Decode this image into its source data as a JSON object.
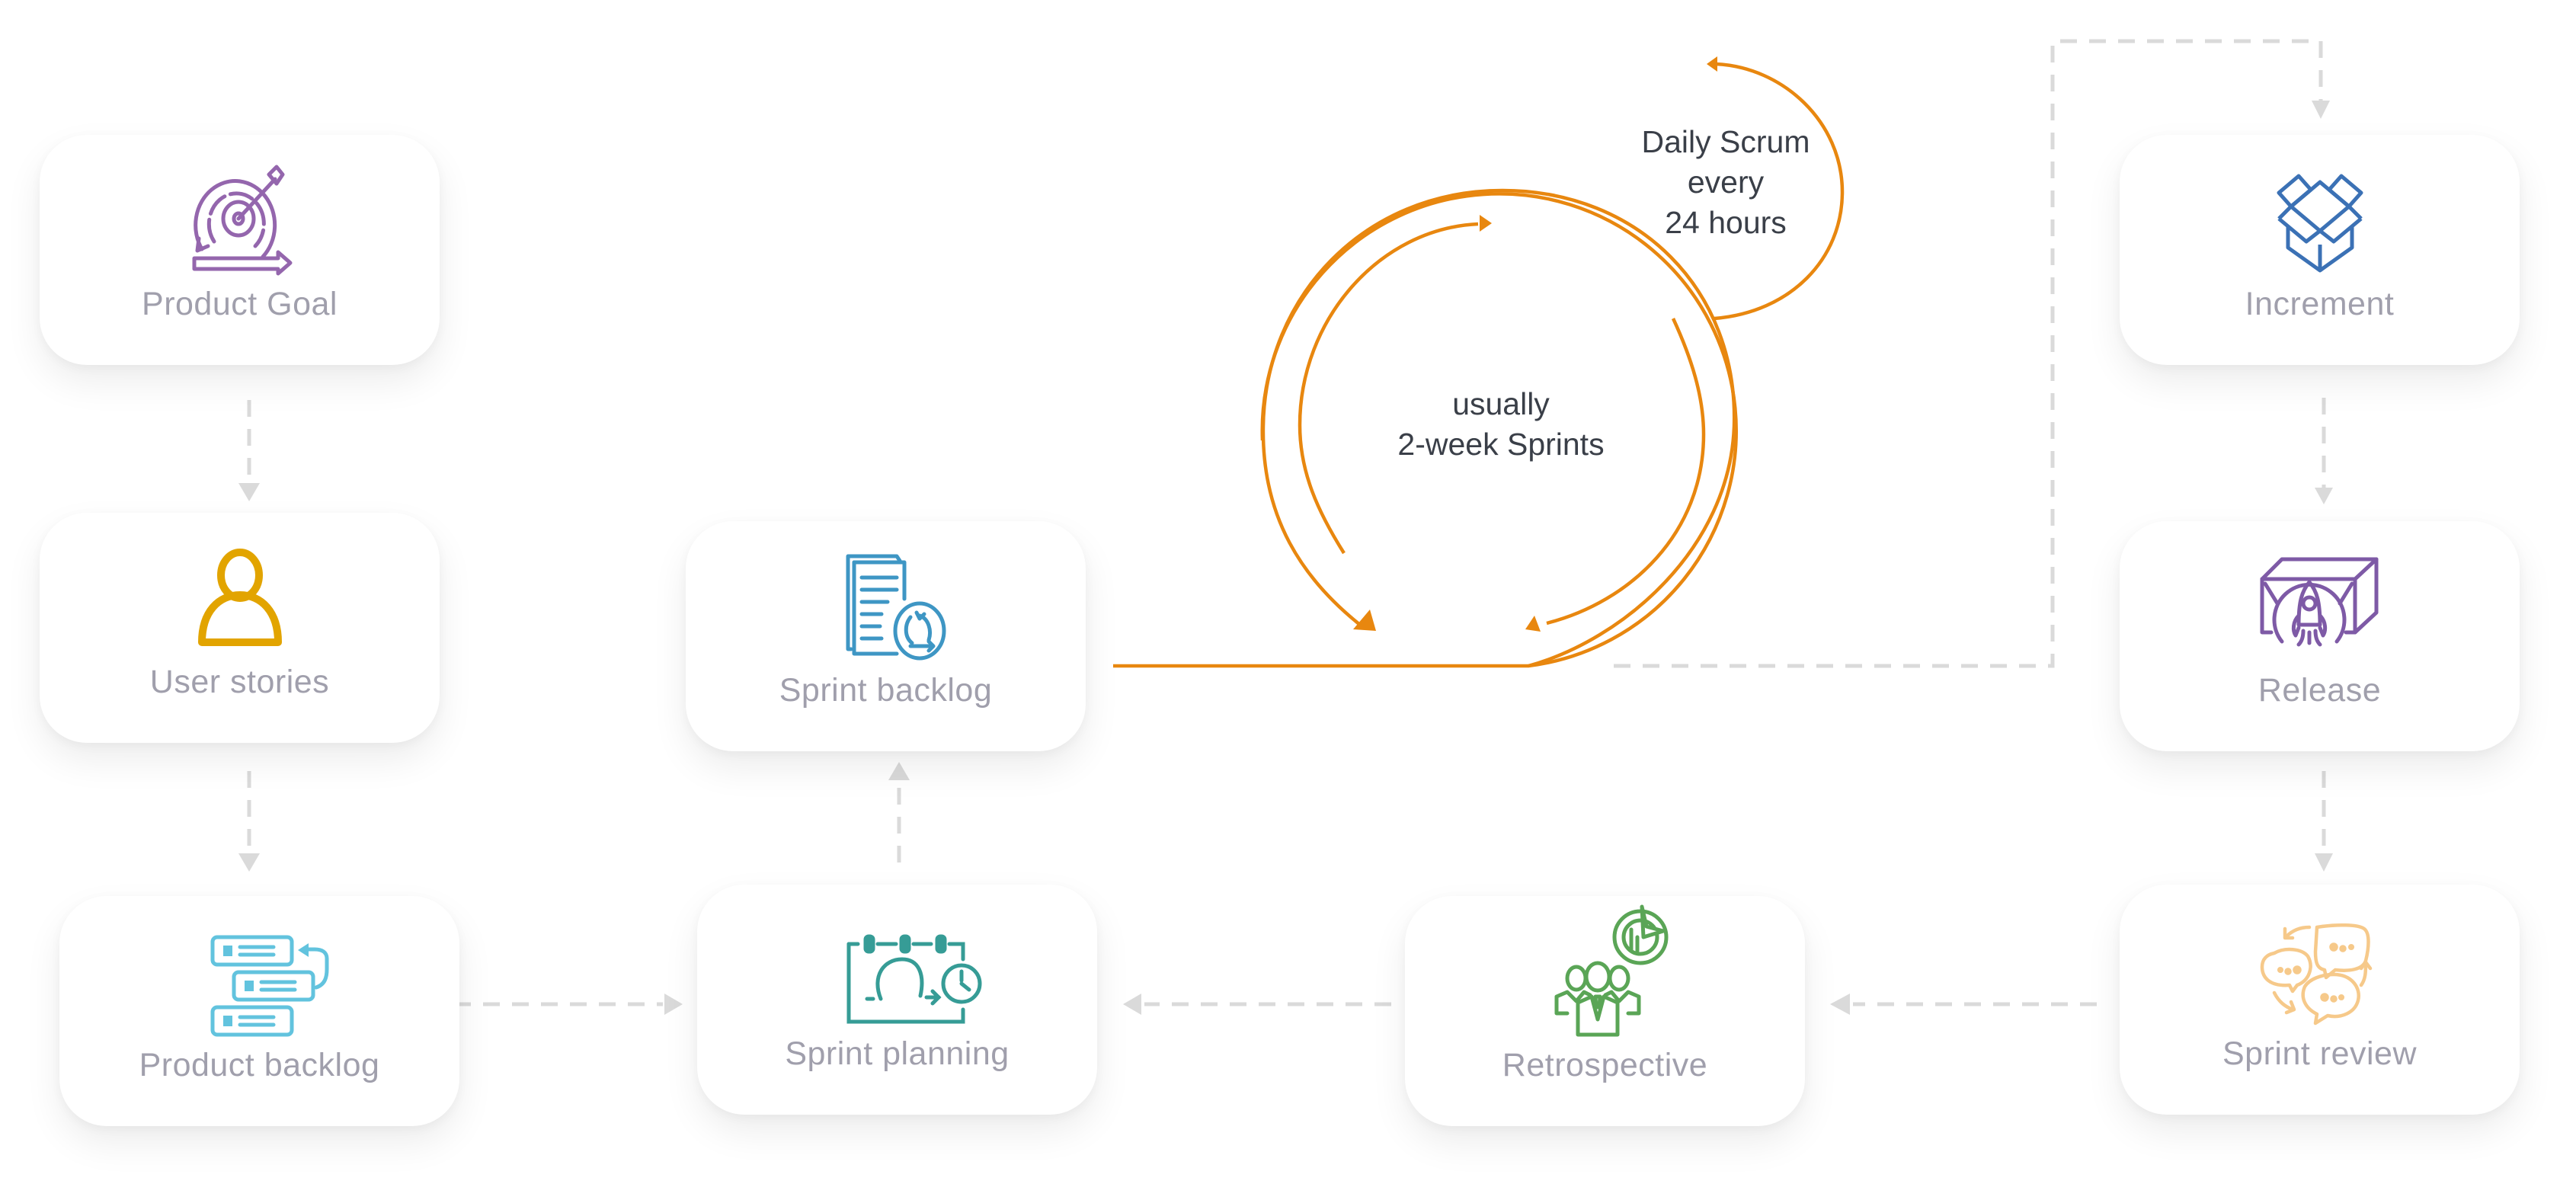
{
  "diagram": {
    "type": "scrum-process-flow",
    "colors": {
      "cycle_orange": "#e8870f",
      "connector_gray": "#dadada",
      "label_gray": "#a09fac",
      "cycle_text": "#3a3f48",
      "product_goal_purple": "#9466ad",
      "user_stories_gold": "#e2a400",
      "product_backlog_cyan": "#62c3de",
      "sprint_backlog_blue": "#3e96c4",
      "sprint_planning_teal": "#369c96",
      "retrospective_green": "#5aa556",
      "increment_blue": "#3b71b5",
      "release_purple": "#7e5aa6",
      "sprint_review_peach": "#f6c98a"
    },
    "nodes": [
      {
        "id": "product-goal",
        "label": "Product Goal",
        "icon": "target-arrow-icon"
      },
      {
        "id": "user-stories",
        "label": "User stories",
        "icon": "user-icon"
      },
      {
        "id": "product-backlog",
        "label": "Product backlog",
        "icon": "stacked-list-icon"
      },
      {
        "id": "sprint-planning",
        "label": "Sprint planning",
        "icon": "calendar-clock-icon"
      },
      {
        "id": "sprint-backlog",
        "label": "Sprint backlog",
        "icon": "document-cycle-icon"
      },
      {
        "id": "increment",
        "label": "Increment",
        "icon": "open-box-icon"
      },
      {
        "id": "release",
        "label": "Release",
        "icon": "rocket-box-icon"
      },
      {
        "id": "sprint-review",
        "label": "Sprint review",
        "icon": "chat-bubbles-icon"
      },
      {
        "id": "retrospective",
        "label": "Retrospective",
        "icon": "team-target-icon"
      }
    ],
    "edges": [
      {
        "from": "product-goal",
        "to": "user-stories",
        "style": "dashed"
      },
      {
        "from": "user-stories",
        "to": "product-backlog",
        "style": "dashed"
      },
      {
        "from": "product-backlog",
        "to": "sprint-planning",
        "style": "dashed"
      },
      {
        "from": "sprint-planning",
        "to": "sprint-backlog",
        "style": "dashed"
      },
      {
        "from": "sprint-backlog",
        "to": "sprint-cycle",
        "style": "solid-orange"
      },
      {
        "from": "sprint-cycle",
        "to": "increment",
        "style": "dashed"
      },
      {
        "from": "increment",
        "to": "release",
        "style": "dashed"
      },
      {
        "from": "release",
        "to": "sprint-review",
        "style": "dashed"
      },
      {
        "from": "sprint-review",
        "to": "retrospective",
        "style": "dashed"
      },
      {
        "from": "retrospective",
        "to": "sprint-planning",
        "style": "dashed"
      }
    ],
    "sprint_cycle": {
      "line1": "usually",
      "line2": "2-week Sprints"
    },
    "daily_scrum": {
      "line1": "Daily Scrum",
      "line2": "every",
      "line3": "24 hours"
    }
  }
}
